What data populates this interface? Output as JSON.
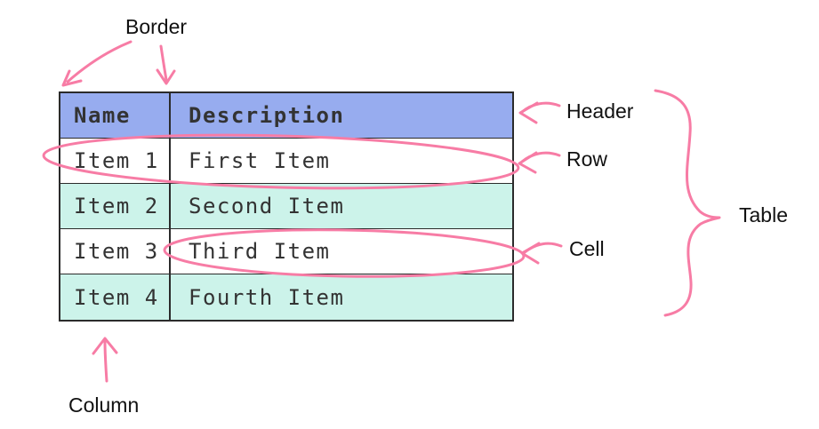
{
  "annotations": {
    "border_label": "Border",
    "header_label": "Header",
    "row_label": "Row",
    "cell_label": "Cell",
    "table_label": "Table",
    "column_label": "Column"
  },
  "table": {
    "columns": [
      "Name",
      "Description"
    ],
    "rows": [
      {
        "name": "Item 1",
        "description": "First Item"
      },
      {
        "name": "Item 2",
        "description": "Second Item"
      },
      {
        "name": "Item 3",
        "description": "Third Item"
      },
      {
        "name": "Item 4",
        "description": "Fourth Item"
      }
    ]
  },
  "colors": {
    "header_bg": "#97acef",
    "stripe_bg": "#ccf3ea",
    "annotation_pink": "#f77ca5",
    "table_border": "#2b2b2b",
    "text": "#333333"
  }
}
